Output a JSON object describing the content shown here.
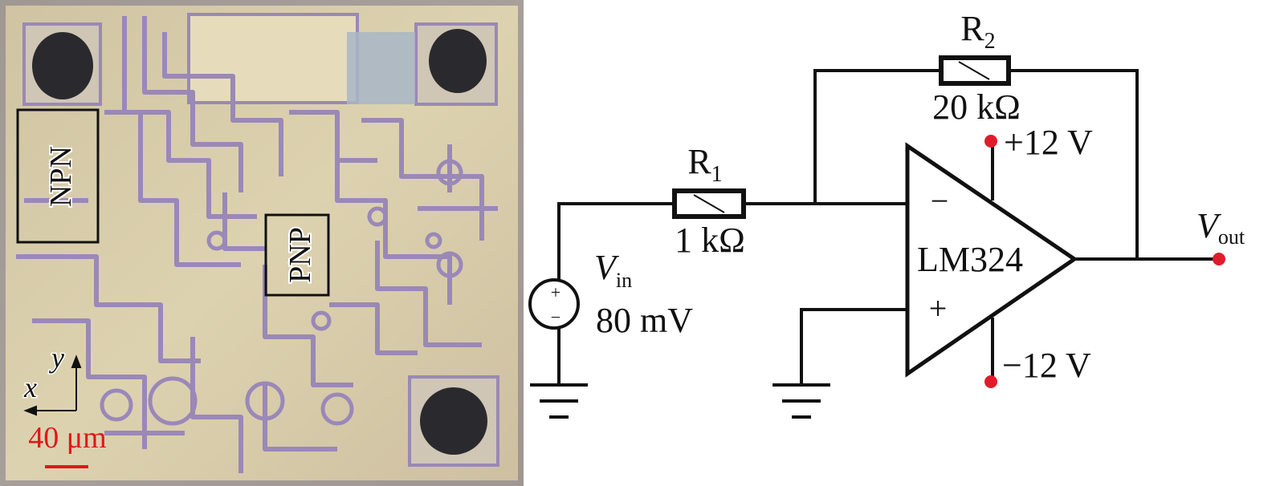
{
  "micrograph": {
    "npn_label": "NPN",
    "pnp_label": "PNP",
    "axis_x": "x",
    "axis_y": "y",
    "scale_bar": "40 μm",
    "colors": {
      "background": "#d8cca8",
      "trace": "#9a88b8",
      "pad": "#2a2a2e",
      "scale": "#e01818"
    }
  },
  "schematic": {
    "r1": {
      "name": "R",
      "subscript": "1",
      "value": "1 kΩ"
    },
    "r2": {
      "name": "R",
      "subscript": "2",
      "value": "20 kΩ"
    },
    "vin": {
      "symbol": "V",
      "subscript": "in",
      "value": "80 mV",
      "plus": "+",
      "minus": "−"
    },
    "opamp": {
      "label": "LM324",
      "inverting": "−",
      "noninverting": "+"
    },
    "vplus": "+12 V",
    "vminus": "−12 V",
    "vout": {
      "symbol": "V",
      "subscript": "out"
    },
    "colors": {
      "wire": "#111111",
      "terminal": "#e01c2c"
    }
  }
}
